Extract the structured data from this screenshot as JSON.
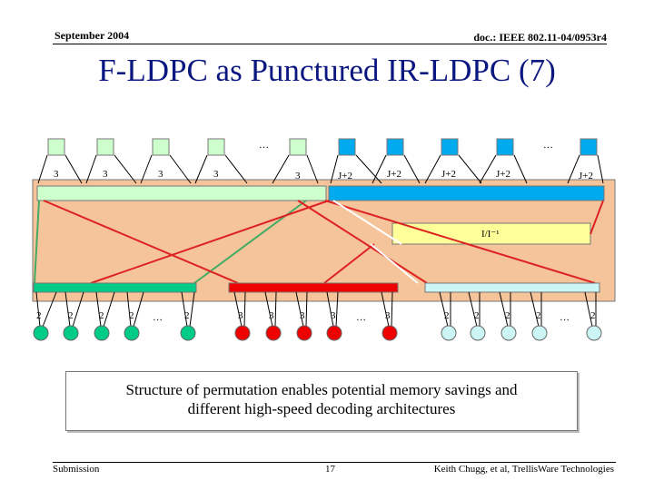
{
  "header": {
    "date": "September 2004",
    "doc": "doc.: IEEE 802.11-04/0953r4"
  },
  "title": "F-LDPC as Punctured IR-LDPC (7)",
  "diagram": {
    "top_ellipsis_left": "…",
    "top_ellipsis_right": "…",
    "left_degrees": [
      "3",
      "3",
      "3",
      "3",
      "3"
    ],
    "right_degrees": [
      "J+2",
      "J+2",
      "J+2",
      "J+2",
      "J+2"
    ],
    "interleaver_label": "I/I⁻¹",
    "bottom_green_degrees": [
      "2",
      "2",
      "2",
      "2",
      "2"
    ],
    "bottom_red_degrees": [
      "3",
      "3",
      "3",
      "3",
      "3"
    ],
    "bottom_cyan_degrees": [
      "2",
      "2",
      "2",
      "2",
      "2"
    ],
    "bottom_ellipsis": [
      "…",
      "…",
      "…"
    ],
    "colors": {
      "green_node": "#ccffcc",
      "blue_node": "#00aaee",
      "permutation_bg": "#f5c49a",
      "red_node": "#ee0000",
      "teal_node": "#00cc88",
      "cyan_node": "#ccf5f5",
      "interleaver_fill": "#ffff99",
      "title": "#0b1780"
    }
  },
  "caption": {
    "line1": "Structure of permutation enables potential memory savings and",
    "line2": "different high-speed decoding architectures"
  },
  "footer": {
    "left": "Submission",
    "page": "17",
    "right": "Keith Chugg, et al, TrellisWare Technologies"
  }
}
